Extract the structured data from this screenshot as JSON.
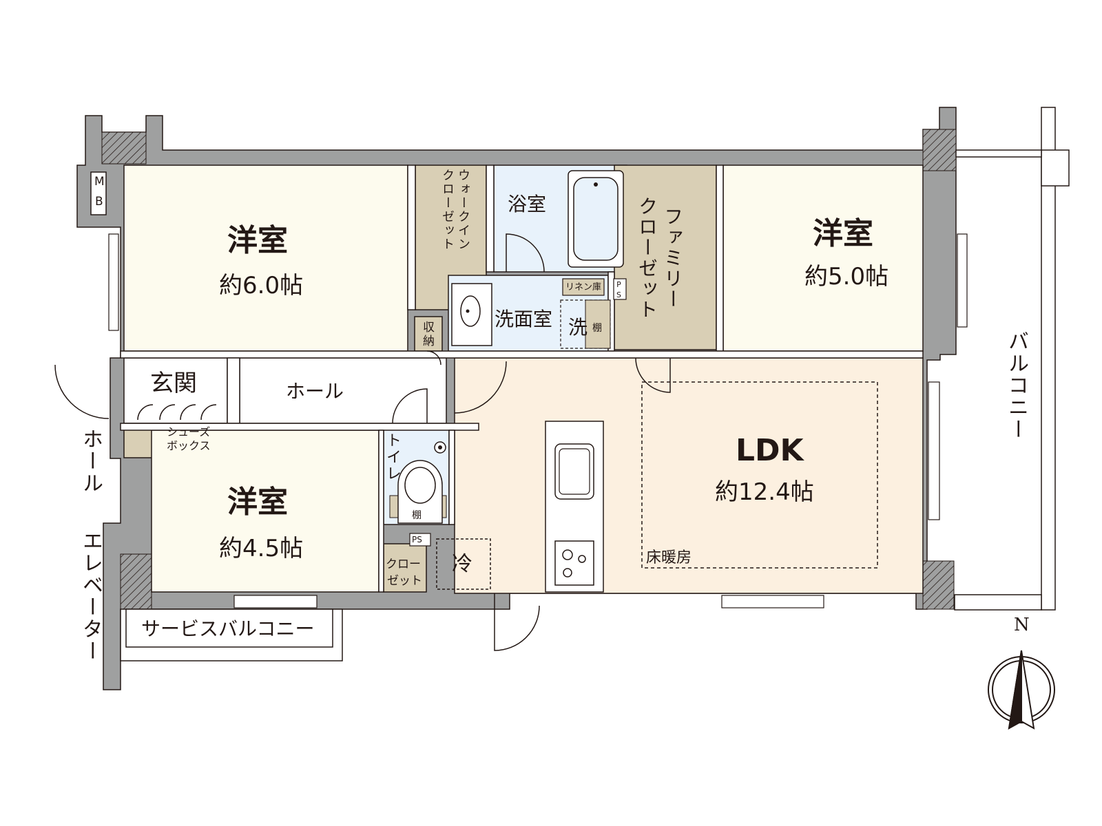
{
  "rooms": {
    "western_nw": {
      "name": "洋室",
      "size": "約6.0帖"
    },
    "western_ne": {
      "name": "洋室",
      "size": "約5.0帖"
    },
    "western_sw": {
      "name": "洋室",
      "size": "約4.5帖"
    },
    "ldk": {
      "name": "LDK",
      "size": "約12.4帖",
      "floor_heating": "床暖房"
    }
  },
  "labels": {
    "walk_in_closet_1": "ウォークイン",
    "walk_in_closet_2": "クローゼット",
    "bathroom": "浴室",
    "family_closet_1": "ファミリー",
    "family_closet_2": "クローゼット",
    "linen": "リネン庫",
    "ps": "PS",
    "washroom": "洗面室",
    "washer": "洗",
    "shelf": "棚",
    "storage_1": "収",
    "storage_2": "納",
    "entrance": "玄関",
    "hall": "ホール",
    "shoes_box_1": "シューズ",
    "shoes_box_2": "ボックス",
    "toilet": "トイレ",
    "closet_1": "クロー",
    "closet_2": "ゼット",
    "fridge": "冷",
    "balcony": "バルコニー",
    "service_balcony": "サービスバルコニー",
    "outside_hall": "ホール",
    "elevator": "エレベーター",
    "mb_1": "M",
    "mb_2": "B",
    "north": "N"
  },
  "colors": {
    "wall": "#9fa0a0",
    "western": "#fdfbee",
    "ldk": "#fcf0e0",
    "closet": "#d9cfb5",
    "wet": "#e8f2fb",
    "hall": "#ffffff",
    "line": "#231815"
  }
}
